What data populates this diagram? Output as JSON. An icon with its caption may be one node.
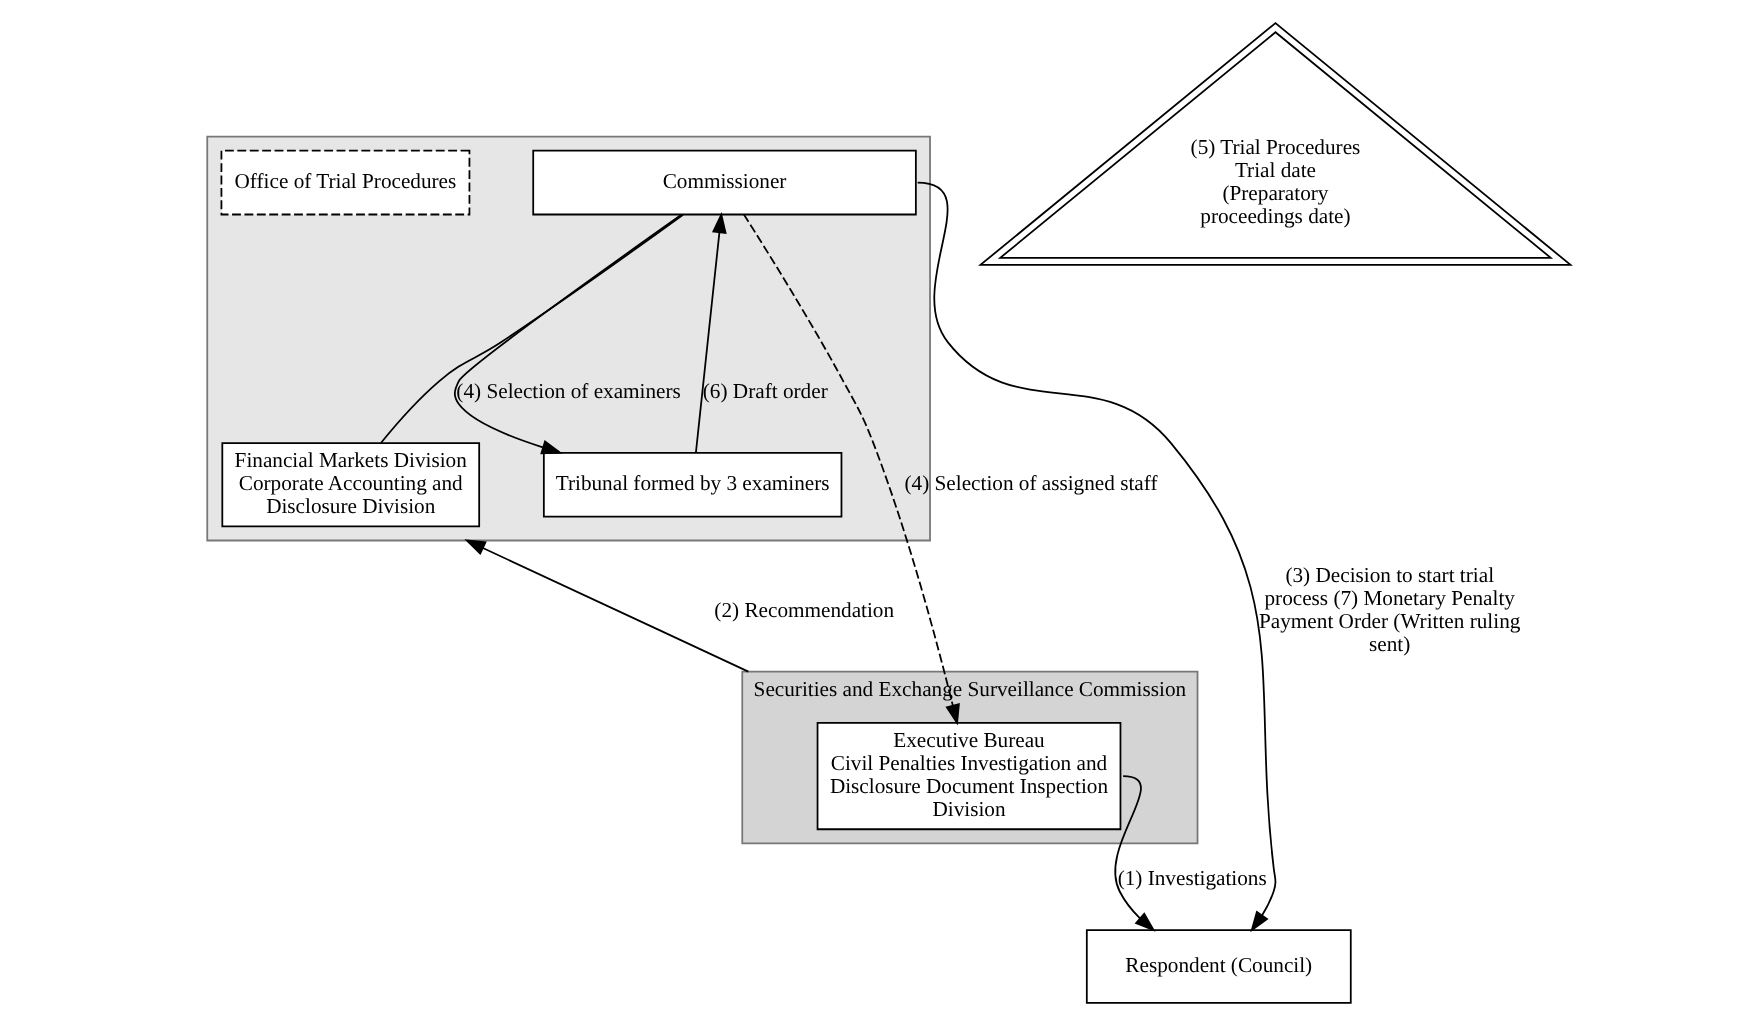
{
  "diagram": {
    "nodes": [
      {
        "text": [],
        "shape": "box"
      },
      {
        "text": [
          "Commissioner"
        ],
        "in": 0
      },
      {
        "text": [
          "Financial Markets Division",
          "Corporate Accounting and Disclosure Division"
        ],
        "in": 0
      },
      {
        "text": [
          "Tribunal formed by 3 examiners"
        ],
        "in": 0
      },
      {
        "text": [
          "Office of Trial Procedures"
        ],
        "in": 0
      },
      {
        "text": [
          "(5) Trial Procedures",
          "Trial date (Preparatory proceedings date)"
        ]
      },
      {
        "text": [
          "Securities and Exchange Surveillance Commission"
        ]
      },
      {
        "text": [
          "Executive Bureau",
          "Civil Penalties Investigation and Disclosure Document Inspection Division"
        ],
        "in": 6
      },
      {
        "text": [
          "Respondent (Council)"
        ]
      }
    ],
    "edges": [
      {
        "from": 1,
        "to": 2,
        "arrow": "none"
      },
      {
        "from": 1,
        "to": 3,
        "arrow": "to",
        "label": "(4) Selection of examiners"
      },
      {
        "from": 3,
        "to": 1,
        "arrow": "to",
        "label": "(6) Draft order"
      },
      {
        "from": 1,
        "to": 7,
        "arrow": "to",
        "label": "(4) Selection of assigned staff",
        "style": "dashed"
      },
      {
        "from": 6,
        "to": 0,
        "arrow": "to",
        "label": "(2) Recommendation"
      },
      {
        "from": 1,
        "to": 8,
        "arrow": "to",
        "label": "(3) Decision to start trial process (7) Monetary Penalty Payment Order (Written ruling sent)"
      },
      {
        "from": 7,
        "to": 8,
        "arrow": "to",
        "label": "(1) Investigations"
      }
    ]
  }
}
